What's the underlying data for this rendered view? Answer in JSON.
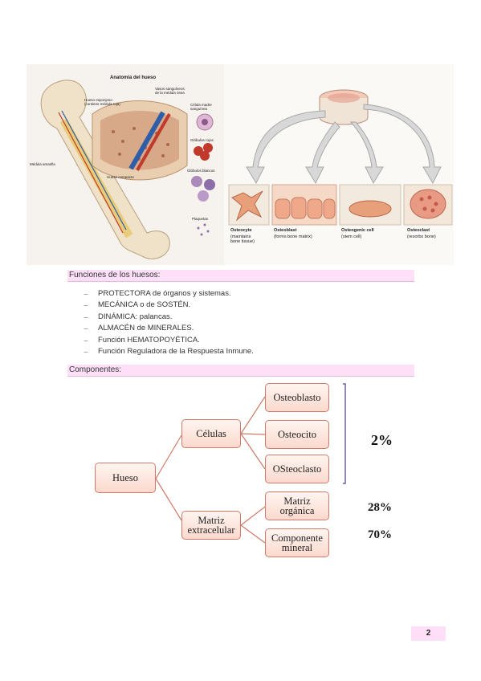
{
  "figure": {
    "left_panel": {
      "title": "Anatomía del hueso",
      "labels": {
        "spongy_bone": "Hueso esponjoso\n(contiene médula roja)",
        "blood_vessels": "Vasos sanguíneos\nde la médula ósea",
        "stem_cell": "Célula madre\nsanguínea",
        "red_cells": "Glóbulos rojos",
        "white_cells": "Glóbulos blancos",
        "yellow_marrow": "Médula amarilla",
        "compact_bone": "Hueso compacto",
        "platelets": "Plaquetas"
      }
    },
    "right_panel": {
      "cells": [
        {
          "name": "Osteocyte",
          "desc": "(maintains\nbone tissue)"
        },
        {
          "name": "Osteoblast",
          "desc": "(forms bone matrix)"
        },
        {
          "name": "Osteogenic cell",
          "desc": "(stem cell)"
        },
        {
          "name": "Osteoclast",
          "desc": "(resorbs bone)"
        }
      ]
    }
  },
  "functions": {
    "header": "Funciones de los huesos:",
    "items": [
      "PROTECTORA de órganos y sistemas.",
      "MECÁNICA o de SOSTÉN.",
      "DINÁMICA: palancas.",
      "ALMACÉN de MINERALES.",
      "Función HEMATOPOYÉTICA.",
      "Función Reguladora de la Respuesta Inmune."
    ],
    "bullet": "⌣"
  },
  "components": {
    "header": "Componentes:",
    "root": "Hueso",
    "cells_node": "Células",
    "matrix_node": "Matriz\nextracelular",
    "cell_types": [
      "Osteoblasto",
      "Osteocito",
      "OSteoclasto"
    ],
    "matrix_parts": [
      "Matriz\norgánica",
      "Componente\nmineral"
    ],
    "percentages": {
      "cells": "2%",
      "organic": "28%",
      "mineral": "70%"
    }
  },
  "page": {
    "number": "2"
  }
}
